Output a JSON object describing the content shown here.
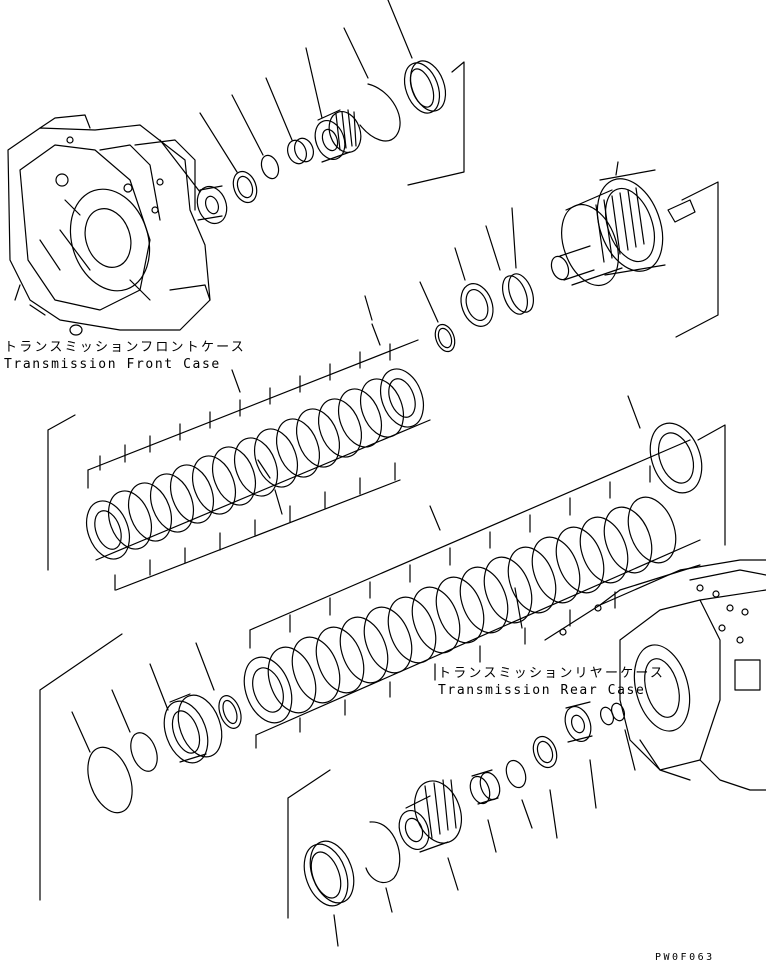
{
  "labels": {
    "front_case_jp": "トランスミッションフロントケース",
    "front_case_en": "Transmission Front Case",
    "rear_case_jp": "トランスミッションリヤーケース",
    "rear_case_en": "Transmission Rear Case",
    "figure_code": "PW0F063"
  },
  "colors": {
    "line": "#000000",
    "background": "#ffffff"
  }
}
